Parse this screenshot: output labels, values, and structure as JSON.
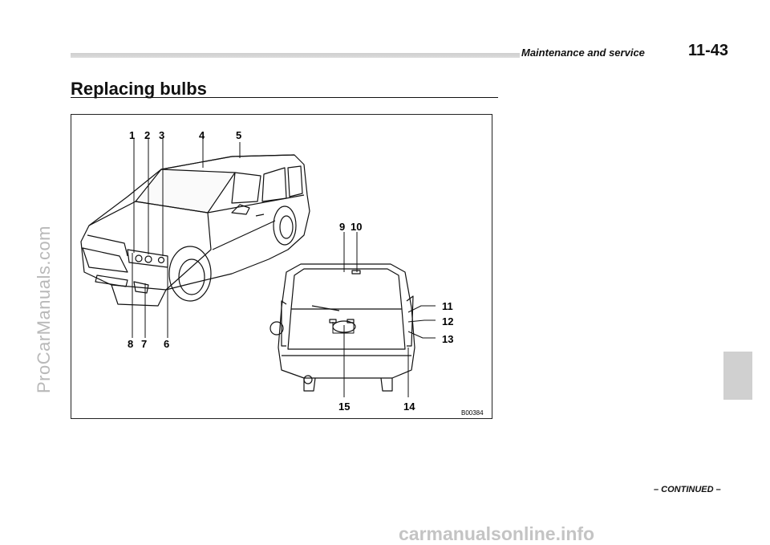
{
  "header": {
    "section": "Maintenance and service",
    "page_number": "11-43"
  },
  "title": "Replacing bulbs",
  "figure": {
    "code": "B00384",
    "callouts": [
      "1",
      "2",
      "3",
      "4",
      "5",
      "6",
      "7",
      "8",
      "9",
      "10",
      "11",
      "12",
      "13",
      "14",
      "15"
    ]
  },
  "footer": {
    "continued": "– CONTINUED –"
  },
  "watermarks": {
    "side": "ProCarManuals.com",
    "bottom": "carmanualsonline.info"
  }
}
